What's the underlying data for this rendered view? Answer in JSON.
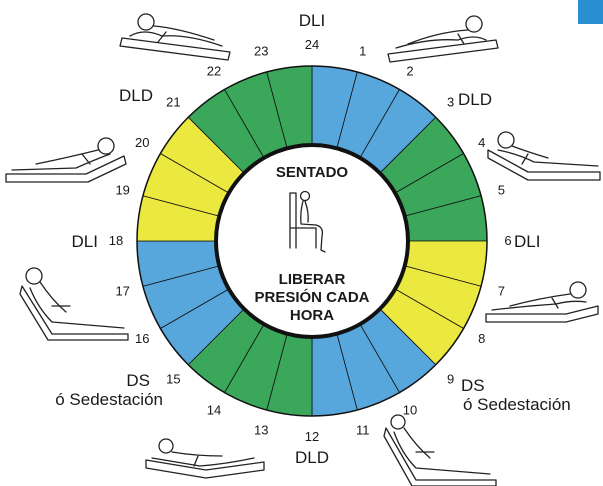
{
  "center": {
    "title": "SENTADO",
    "note_lines": [
      "LIBERAR",
      "PRESIÓN CADA",
      "HORA"
    ]
  },
  "colors": {
    "blue": "#57a7dd",
    "green": "#3aa75a",
    "yellow": "#ebe940",
    "outline": "#111111",
    "corner_tab": "#2a8fd0"
  },
  "hours": [
    {
      "label": "1",
      "color": "blue"
    },
    {
      "label": "2",
      "color": "blue"
    },
    {
      "label": "3",
      "color": "blue"
    },
    {
      "label": "4",
      "color": "green"
    },
    {
      "label": "5",
      "color": "green"
    },
    {
      "label": "6",
      "color": "green"
    },
    {
      "label": "7",
      "color": "yellow"
    },
    {
      "label": "8",
      "color": "yellow"
    },
    {
      "label": "9",
      "color": "yellow"
    },
    {
      "label": "10",
      "color": "blue"
    },
    {
      "label": "11",
      "color": "blue"
    },
    {
      "label": "12",
      "color": "blue"
    },
    {
      "label": "13",
      "color": "green"
    },
    {
      "label": "14",
      "color": "green"
    },
    {
      "label": "15",
      "color": "green"
    },
    {
      "label": "16",
      "color": "blue"
    },
    {
      "label": "17",
      "color": "blue"
    },
    {
      "label": "18",
      "color": "blue"
    },
    {
      "label": "19",
      "color": "yellow"
    },
    {
      "label": "20",
      "color": "yellow"
    },
    {
      "label": "21",
      "color": "yellow"
    },
    {
      "label": "22",
      "color": "green"
    },
    {
      "label": "23",
      "color": "green"
    },
    {
      "label": "24",
      "color": "green"
    }
  ],
  "positions": {
    "top": "DLI",
    "right_upper": "DLD",
    "right_middle": "DLI",
    "right_lower_line1": "DS",
    "right_lower_line2": "ó Sedestación",
    "bottom": "DLD",
    "left_lower_line1": "DS",
    "left_lower_line2": "ó Sedestación",
    "left_middle": "DLI",
    "left_upper": "DLD"
  }
}
